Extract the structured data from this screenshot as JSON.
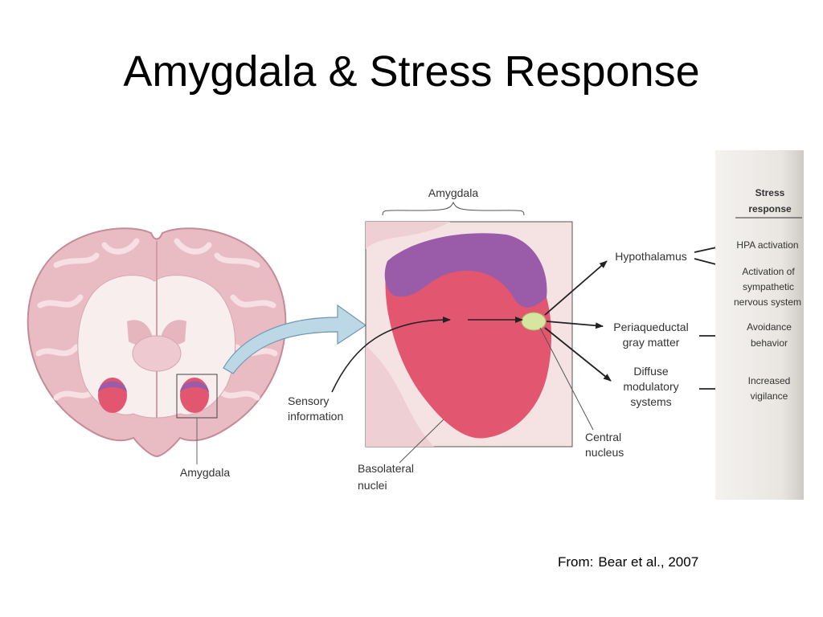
{
  "slide": {
    "title": "Amygdala & Stress Response",
    "credit_prefix": "From:",
    "credit_source": "Bear et al., 2007"
  },
  "diagram": {
    "brain_label": "Amygdala",
    "zoom_title": "Amygdala",
    "sensory_line1": "Sensory",
    "sensory_line2": "information",
    "basolateral_line1": "Basolateral",
    "basolateral_line2": "nuclei",
    "central_line1": "Central",
    "central_line2": "nucleus",
    "targets": {
      "hypothalamus": "Hypothalamus",
      "pag_line1": "Periaqueductal",
      "pag_line2": "gray matter",
      "diffuse_line1": "Diffuse",
      "diffuse_line2": "modulatory",
      "diffuse_line3": "systems"
    },
    "stress": {
      "header_line1": "Stress",
      "header_line2": "response",
      "hpa": "HPA activation",
      "symp_line1": "Activation of",
      "symp_line2": "sympathetic",
      "symp_line3": "nervous system",
      "avoid_line1": "Avoidance",
      "avoid_line2": "behavior",
      "vigil_line1": "Increased",
      "vigil_line2": "vigilance"
    },
    "colors": {
      "basolateral": "#e35670",
      "central_overlay": "#9a5ca8",
      "central_nucleus": "#d6e6a0",
      "tissue": "#f2d6da",
      "sensory_arrow": "#bcd7e6"
    }
  }
}
